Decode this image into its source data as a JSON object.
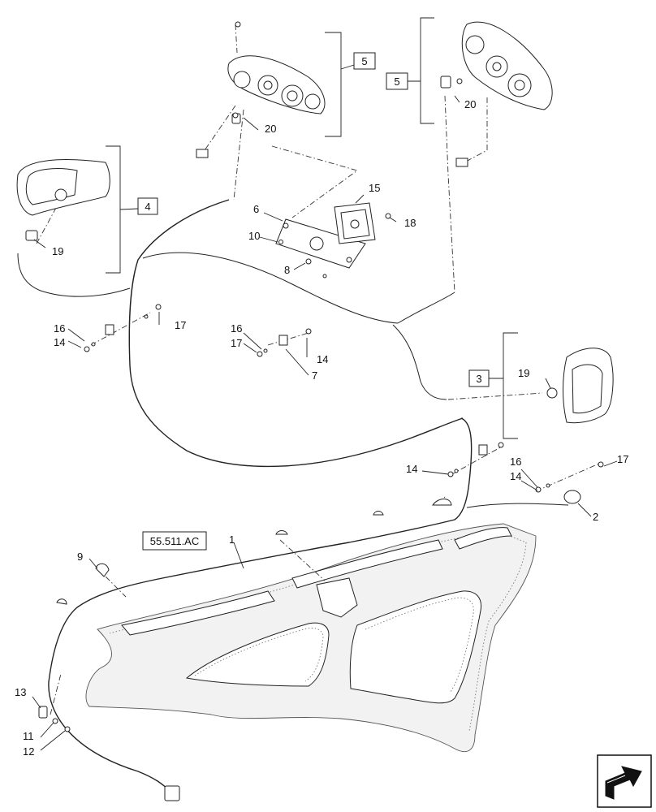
{
  "diagram": {
    "part_labels": {
      "p1": "1",
      "p2": "2",
      "p3": "3",
      "p4": "4",
      "p5a": "5",
      "p5b": "5",
      "p6": "6",
      "p7": "7",
      "p8": "8",
      "p9": "9",
      "p10": "10",
      "p11": "11",
      "p12": "12",
      "p13": "13",
      "p14a": "14",
      "p14b": "14",
      "p14c": "14",
      "p14d": "14",
      "p15": "15",
      "p16a": "16",
      "p16b": "16",
      "p16c": "16",
      "p17a": "17",
      "p17b": "17",
      "p17c": "17",
      "p18": "18",
      "p19a": "19",
      "p19b": "19",
      "p20a": "20",
      "p20b": "20"
    },
    "reference": "55.511.AC"
  }
}
